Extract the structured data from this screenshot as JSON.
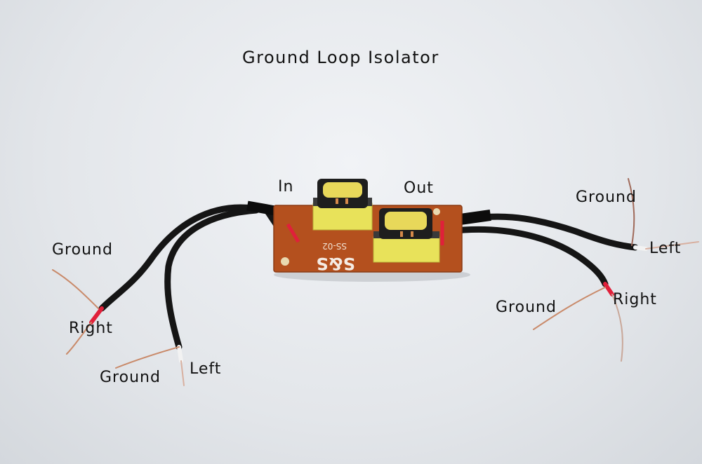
{
  "title": "Ground Loop Isolator",
  "labels": {
    "in": "In",
    "out": "Out",
    "input_ground": "Ground",
    "input_right": "Right",
    "input_left_ground": "Ground",
    "input_left": "Left",
    "output_ground_top": "Ground",
    "output_left": "Left",
    "output_ground_bottom": "Ground",
    "output_right": "Right"
  },
  "board": {
    "model": "SS-02",
    "brand": "S&S"
  },
  "colors": {
    "pcb": "#b4501e",
    "transformer_tape": "#e8e25a",
    "wire": "#151515",
    "copper": "#c98a6a",
    "red_insulation": "#e0203a"
  }
}
